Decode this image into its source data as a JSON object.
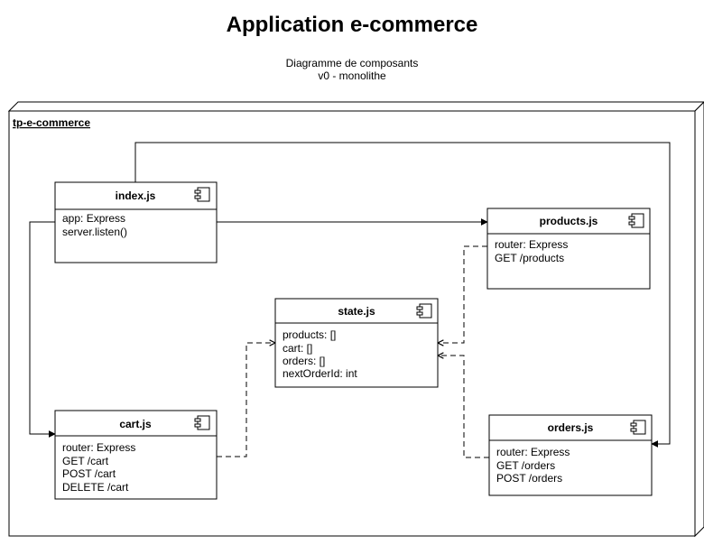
{
  "header": {
    "title": "Application e-commerce",
    "subtitle_line1": "Diagramme de composants",
    "subtitle_line2": "v0 - monolithe"
  },
  "node": {
    "label": "tp-e-commerce"
  },
  "components": {
    "index": {
      "name": "index.js",
      "lines": [
        "app: Express",
        "server.listen()"
      ]
    },
    "products": {
      "name": "products.js",
      "lines": [
        "router: Express",
        "GET /products"
      ]
    },
    "state": {
      "name": "state.js",
      "lines": [
        "products: []",
        "cart: []",
        "orders: []",
        "nextOrderId: int"
      ]
    },
    "cart": {
      "name": "cart.js",
      "lines": [
        "router: Express",
        "GET /cart",
        "POST /cart",
        "DELETE /cart"
      ]
    },
    "orders": {
      "name": "orders.js",
      "lines": [
        "router: Express",
        "GET /orders",
        "POST /orders"
      ]
    }
  }
}
